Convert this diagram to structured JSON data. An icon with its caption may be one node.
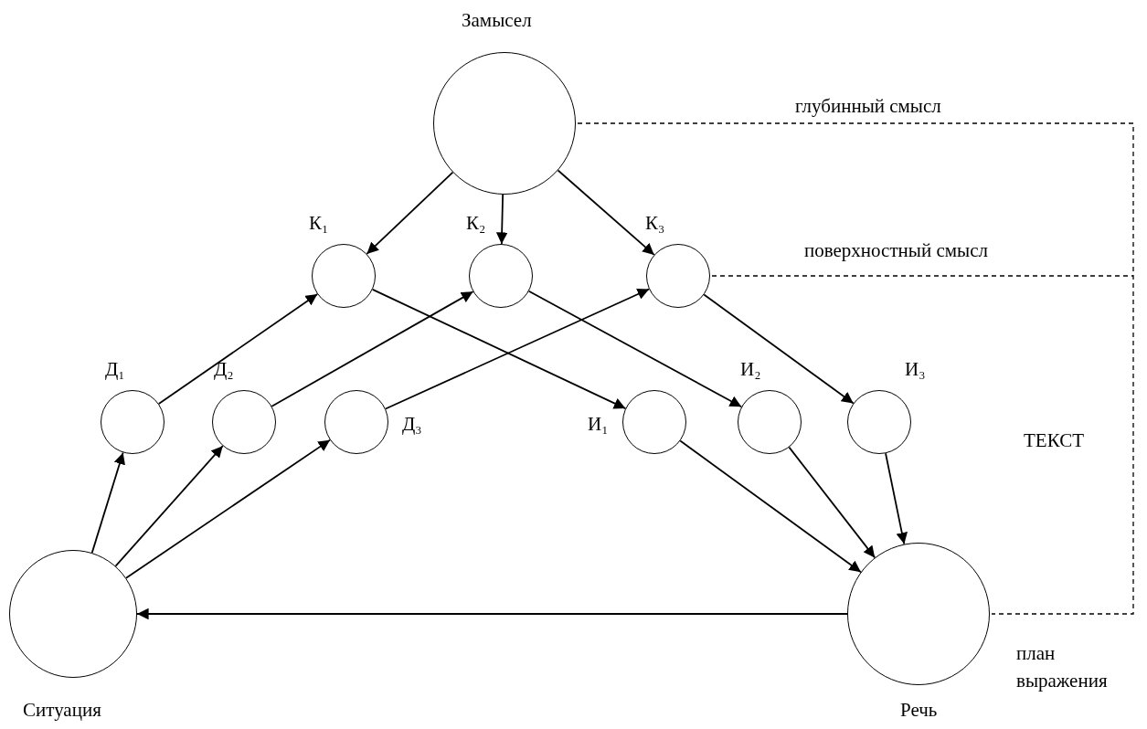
{
  "diagram": {
    "nodes": [
      {
        "text": [],
        "shape": "circle",
        "beside": [
          "Замысел"
        ]
      },
      {
        "text": [],
        "shape": "circle",
        "beside": [
          "К₁"
        ]
      },
      {
        "text": [],
        "shape": "circle",
        "beside": [
          "К₂"
        ]
      },
      {
        "text": [],
        "shape": "circle",
        "beside": [
          "К₃"
        ]
      },
      {
        "text": [],
        "shape": "circle",
        "beside": [
          "Д₁"
        ]
      },
      {
        "text": [],
        "shape": "circle",
        "beside": [
          "Д₂"
        ]
      },
      {
        "text": [],
        "shape": "circle",
        "beside": [
          "Д₃"
        ]
      },
      {
        "text": [],
        "shape": "circle",
        "beside": [
          "И₁"
        ]
      },
      {
        "text": [],
        "shape": "circle",
        "beside": [
          "И₂"
        ]
      },
      {
        "text": [],
        "shape": "circle",
        "beside": [
          "И₃"
        ]
      },
      {
        "text": [],
        "shape": "circle",
        "beside": [
          "Ситуация"
        ]
      },
      {
        "text": [],
        "shape": "circle",
        "beside": [
          "Речь"
        ]
      }
    ],
    "edges": [
      {
        "from": 0,
        "to": 1,
        "arrow": "to"
      },
      {
        "from": 0,
        "to": 2,
        "arrow": "to"
      },
      {
        "from": 0,
        "to": 3,
        "arrow": "to"
      },
      {
        "from": 4,
        "to": 1,
        "arrow": "to"
      },
      {
        "from": 5,
        "to": 2,
        "arrow": "to"
      },
      {
        "from": 6,
        "to": 3,
        "arrow": "to"
      },
      {
        "from": 1,
        "to": 7,
        "arrow": "to"
      },
      {
        "from": 2,
        "to": 8,
        "arrow": "to"
      },
      {
        "from": 3,
        "to": 9,
        "arrow": "to"
      },
      {
        "from": 10,
        "to": 4,
        "arrow": "to"
      },
      {
        "from": 10,
        "to": 5,
        "arrow": "to"
      },
      {
        "from": 10,
        "to": 6,
        "arrow": "to"
      },
      {
        "from": 7,
        "to": 11,
        "arrow": "to"
      },
      {
        "from": 8,
        "to": 11,
        "arrow": "to"
      },
      {
        "from": 9,
        "to": 11,
        "arrow": "to"
      },
      {
        "from": 11,
        "to": 10,
        "arrow": "to"
      }
    ],
    "labels": [
      "глубинный смысл",
      "поверхностный смысл",
      "ТЕКСТ",
      "план выражения"
    ]
  }
}
